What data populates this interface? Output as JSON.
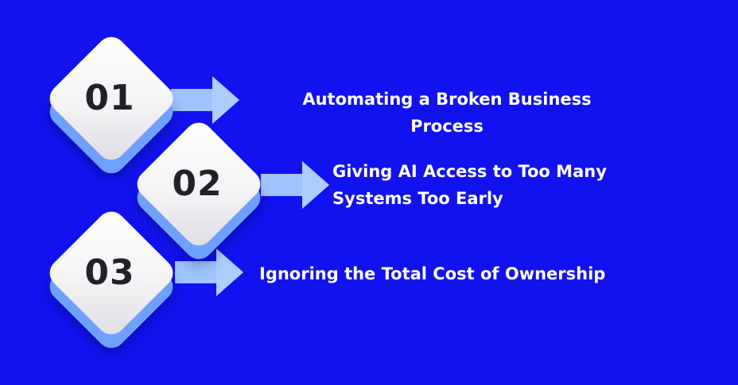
{
  "colors": {
    "background": "#1212f0",
    "tile_face": "#ffffff",
    "tile_shadow": "#6fa0ff",
    "arrow": "#9fc4ff",
    "number_text": "#1f2329",
    "label_text": "#ffffff"
  },
  "steps": [
    {
      "number": "01",
      "label_lines": [
        "Automating a Broken Business",
        "Process"
      ]
    },
    {
      "number": "02",
      "label_lines": [
        "Giving AI Access to Too Many",
        "Systems Too Early"
      ]
    },
    {
      "number": "03",
      "label_lines": [
        "Ignoring the Total Cost of Ownership"
      ]
    }
  ]
}
